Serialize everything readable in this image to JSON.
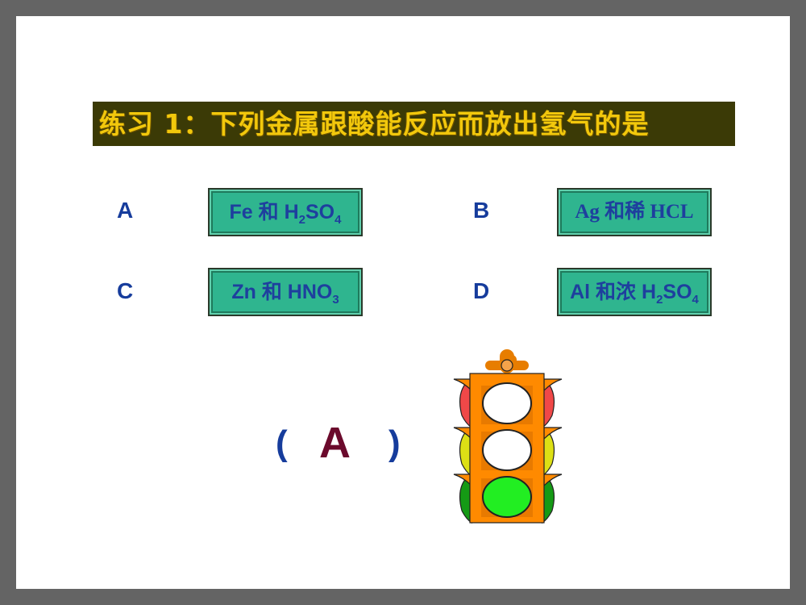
{
  "title": "练习 1：下列金属跟酸能反应而放出氢气的是",
  "options": [
    {
      "letter": "A",
      "metal": "Fe 和 H",
      "sub1": "2",
      "mid": "SO",
      "sub2": "4"
    },
    {
      "letter": "B",
      "metal": "Ag 和稀 HCL",
      "sub1": "",
      "mid": "",
      "sub2": ""
    },
    {
      "letter": "C",
      "metal": "Zn 和 HNO",
      "sub1": "3",
      "mid": "",
      "sub2": ""
    },
    {
      "letter": "D",
      "metal": "Al 和浓 H",
      "sub1": "2",
      "mid": "SO",
      "sub2": "4"
    }
  ],
  "answer": {
    "open": "(",
    "value": "A",
    "close": ")"
  },
  "colors": {
    "title_bg": "#3b3a06",
    "title_text": "#f2c80c",
    "box": "#2fb58f",
    "option_text": "#1e3f9e",
    "answer": "#6b0a2c",
    "light_body": "#ff8a00",
    "light_green": "#22ee22"
  },
  "traffic_light": {
    "red": "off",
    "yellow": "off",
    "green": "on"
  }
}
